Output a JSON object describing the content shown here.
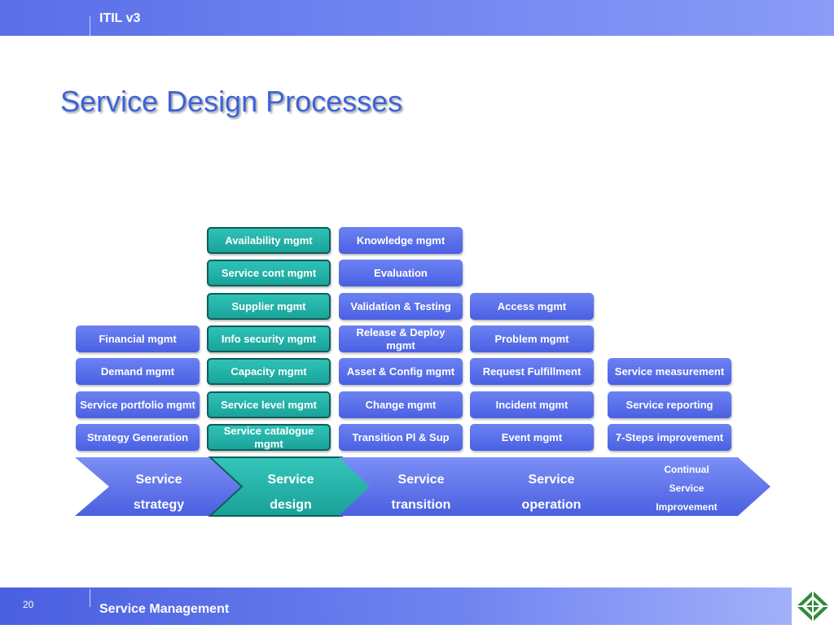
{
  "header": {
    "title": "ITIL v3"
  },
  "slide_title": "Service Design Processes",
  "boxes": {
    "availability": "Availability mgmt",
    "knowledge": "Knowledge mgmt",
    "service_cont": "Service cont mgmt",
    "evaluation": "Evaluation",
    "supplier": "Supplier mgmt",
    "validation": "Validation & Testing",
    "access": "Access mgmt",
    "financial": "Financial mgmt",
    "info_security": "Info security mgmt",
    "release_deploy": "Release & Deploy mgmt",
    "problem": "Problem mgmt",
    "demand": "Demand mgmt",
    "capacity": "Capacity mgmt",
    "asset_config": "Asset & Config mgmt",
    "request_fulfillment": "Request Fulfillment",
    "service_measurement": "Service measurement",
    "service_portfolio": "Service portfolio mgmt",
    "service_level": "Service level mgmt",
    "change": "Change mgmt",
    "incident": "Incident mgmt",
    "service_reporting": "Service reporting",
    "strategy_generation": "Strategy Generation",
    "service_catalogue": "Service catalogue mgmt",
    "transition_pl": "Transition Pl & Sup",
    "event": "Event mgmt",
    "seven_steps": "7-Steps improvement"
  },
  "phases": {
    "strategy_l1": "Service",
    "strategy_l2": "strategy",
    "design_l1": "Service",
    "design_l2": "design",
    "transition_l1": "Service",
    "transition_l2": "transition",
    "operation_l1": "Service",
    "operation_l2": "operation",
    "csi_l1": "Continual",
    "csi_l2": "Service",
    "csi_l3": "Improvement"
  },
  "footer": {
    "page_number": "20",
    "title": "Service Management"
  },
  "colors": {
    "blue": "#5a6ee8",
    "teal": "#22b3a9",
    "title": "#3d63d8"
  }
}
